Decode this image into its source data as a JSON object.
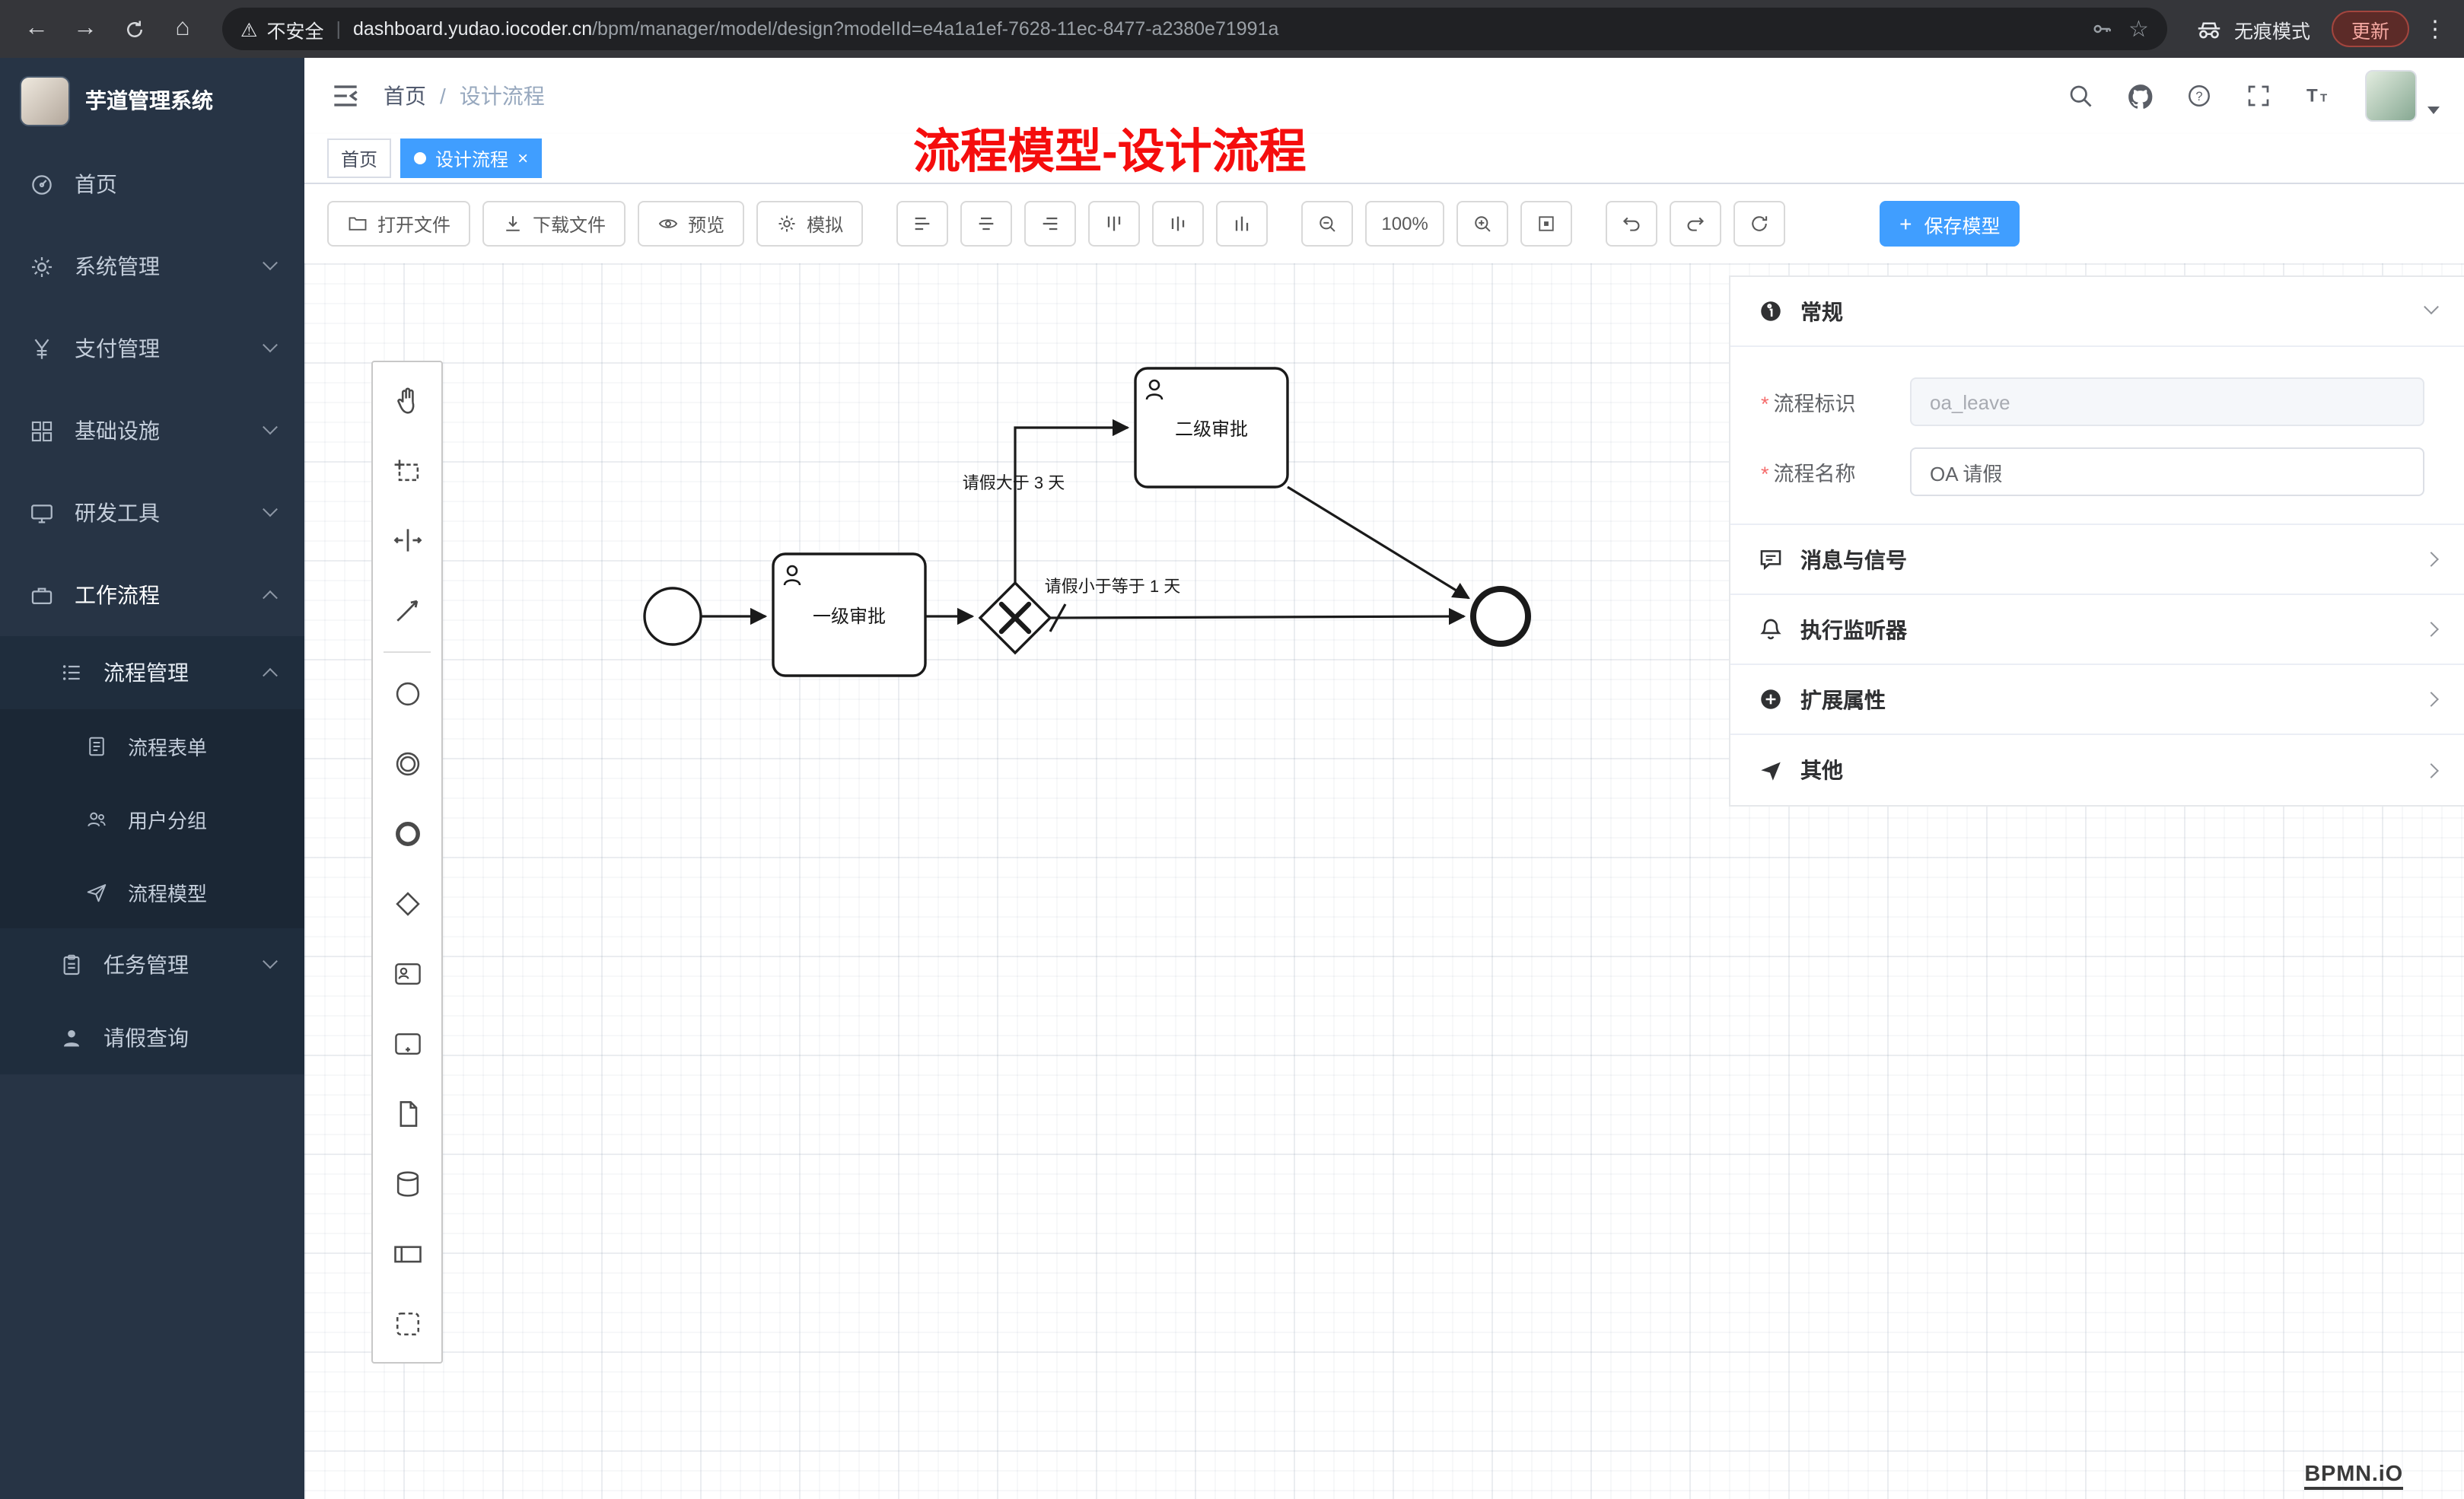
{
  "browser": {
    "security_label": "不安全",
    "url_host": "dashboard.yudao.iocoder.cn",
    "url_path": "/bpm/manager/model/design?modelId=e4a1a1ef-7628-11ec-8477-a2380e71991a",
    "incognito_label": "无痕模式",
    "update_label": "更新"
  },
  "sidebar": {
    "app_title": "芋道管理系统",
    "items": [
      {
        "label": "首页"
      },
      {
        "label": "系统管理"
      },
      {
        "label": "支付管理"
      },
      {
        "label": "基础设施"
      },
      {
        "label": "研发工具"
      },
      {
        "label": "工作流程"
      }
    ],
    "workflow_children": [
      {
        "label": "流程管理"
      },
      {
        "label": "任务管理"
      },
      {
        "label": "请假查询"
      }
    ],
    "process_children": [
      {
        "label": "流程表单"
      },
      {
        "label": "用户分组"
      },
      {
        "label": "流程模型"
      }
    ]
  },
  "header": {
    "breadcrumb_home": "首页",
    "breadcrumb_current": "设计流程",
    "annotation": "流程模型-设计流程"
  },
  "tabs": [
    {
      "label": "首页"
    },
    {
      "label": "设计流程"
    }
  ],
  "toolbar": {
    "open_file": "打开文件",
    "download_file": "下载文件",
    "preview": "预览",
    "simulate": "模拟",
    "zoom_level": "100%",
    "save_model": "保存模型"
  },
  "diagram": {
    "task1": "一级审批",
    "task2": "二级审批",
    "flow_label_up": "请假大于 3 天",
    "flow_label_straight": "请假小于等于 1 天"
  },
  "panel": {
    "section_general": "常规",
    "section_message": "消息与信号",
    "section_listener": "执行监听器",
    "section_ext": "扩展属性",
    "section_other": "其他",
    "field_process_key": {
      "label": "流程标识",
      "value": "oa_leave"
    },
    "field_process_name": {
      "label": "流程名称",
      "value": "OA 请假"
    }
  },
  "footer": {
    "bpmn_logo": "BPMN.iO"
  },
  "colors": {
    "accent": "#409eff",
    "annotation_red": "#f50d0d",
    "sidebar_bg": "#273445"
  }
}
